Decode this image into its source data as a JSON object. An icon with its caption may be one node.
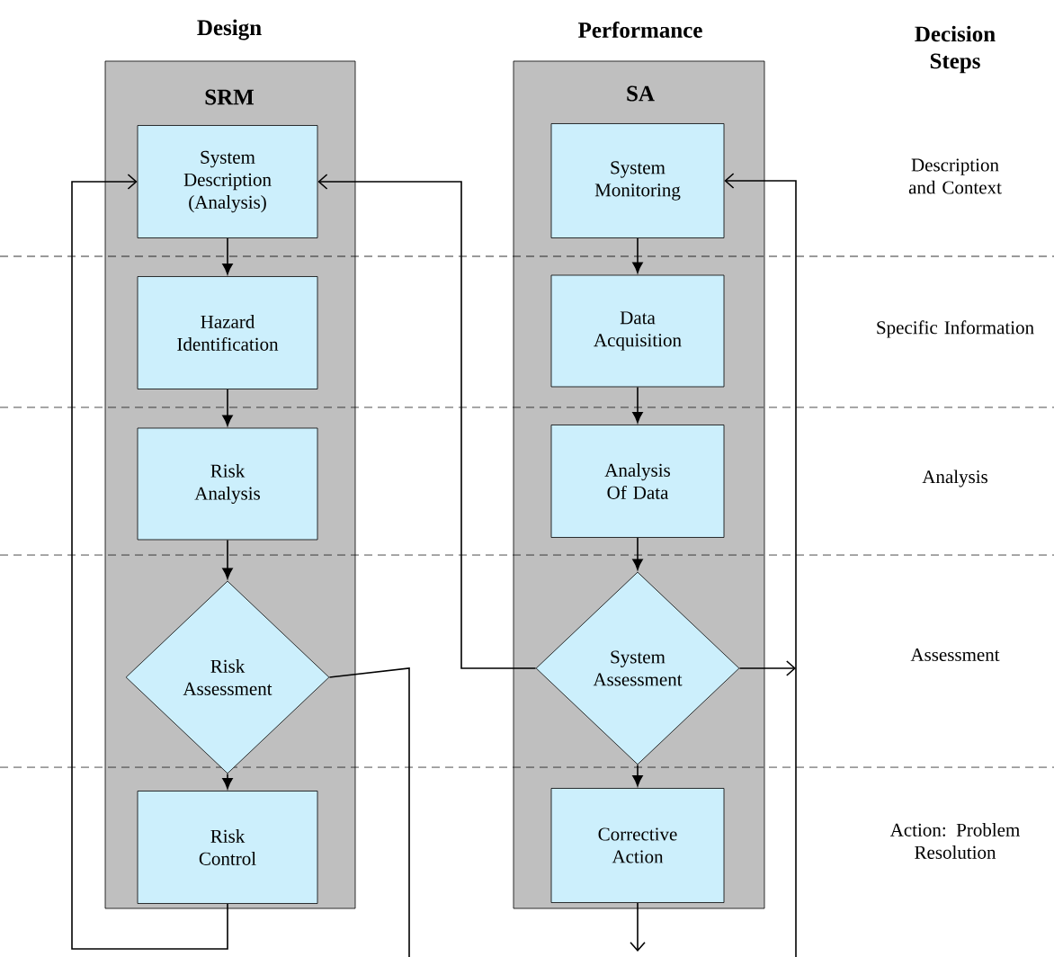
{
  "diagram": {
    "nodes": [
      {
        "text": [
          "Design",
          "SRM"
        ]
      },
      {
        "text": [
          "System Description (Analysis)"
        ],
        "in": 0
      },
      {
        "text": [
          "Hazard Identification"
        ],
        "in": 0
      },
      {
        "text": [
          "Risk Analysis"
        ],
        "in": 0
      },
      {
        "text": [
          "Risk Assessment"
        ],
        "in": 0
      },
      {
        "text": [
          "Risk Control"
        ],
        "in": 0
      },
      {
        "text": [
          "Performance",
          "SA"
        ]
      },
      {
        "text": [
          "System Monitoring"
        ],
        "in": 6
      },
      {
        "text": [
          "Data Acquisition"
        ],
        "in": 6
      },
      {
        "text": [
          "Analysis Of Data"
        ],
        "in": 6
      },
      {
        "text": [
          "System Assessment"
        ],
        "in": 6
      },
      {
        "text": [
          "Corrective Action"
        ],
        "in": 6
      }
    ],
    "edges": [
      {
        "from": 1,
        "to": 2,
        "arrow": "to"
      },
      {
        "from": 2,
        "to": 3,
        "arrow": "to"
      },
      {
        "from": 3,
        "to": 4,
        "arrow": "to"
      },
      {
        "from": 4,
        "to": 5,
        "arrow": "to"
      },
      {
        "from": 5,
        "to": 1,
        "arrow": "to"
      },
      {
        "from": 4,
        "to": null,
        "arrow": "none"
      },
      {
        "from": 7,
        "to": 8,
        "arrow": "to"
      },
      {
        "from": 8,
        "to": 9,
        "arrow": "to"
      },
      {
        "from": 9,
        "to": 10,
        "arrow": "to"
      },
      {
        "from": 10,
        "to": 11,
        "arrow": "to"
      },
      {
        "from": 10,
        "to": 1,
        "arrow": "to"
      },
      {
        "from": 10,
        "to": null,
        "arrow": "to"
      },
      {
        "from": 11,
        "to": null,
        "arrow": "to"
      },
      {
        "from": null,
        "to": 7,
        "arrow": "to"
      }
    ],
    "labels": [
      "Decision Steps",
      "Description and Context",
      "Specific Information",
      "Analysis",
      "Assessment",
      "Action: Problem Resolution"
    ]
  }
}
